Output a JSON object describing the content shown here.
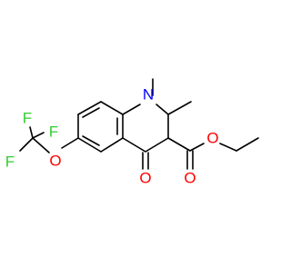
{
  "molecule": {
    "atoms": {
      "N1": {
        "symbol": "N",
        "color": "#0000ff"
      },
      "O_ketone": {
        "symbol": "O",
        "color": "#ff0000"
      },
      "O_carbonyl": {
        "symbol": "O",
        "color": "#ff0000"
      },
      "O_ester": {
        "symbol": "O",
        "color": "#ff0000"
      },
      "O_ether": {
        "symbol": "O",
        "color": "#ff0000"
      },
      "F1": {
        "symbol": "F",
        "color": "#33cc33"
      },
      "F2": {
        "symbol": "F",
        "color": "#33cc33"
      },
      "F3": {
        "symbol": "F",
        "color": "#33cc33"
      }
    },
    "bond_color": "#000000"
  }
}
